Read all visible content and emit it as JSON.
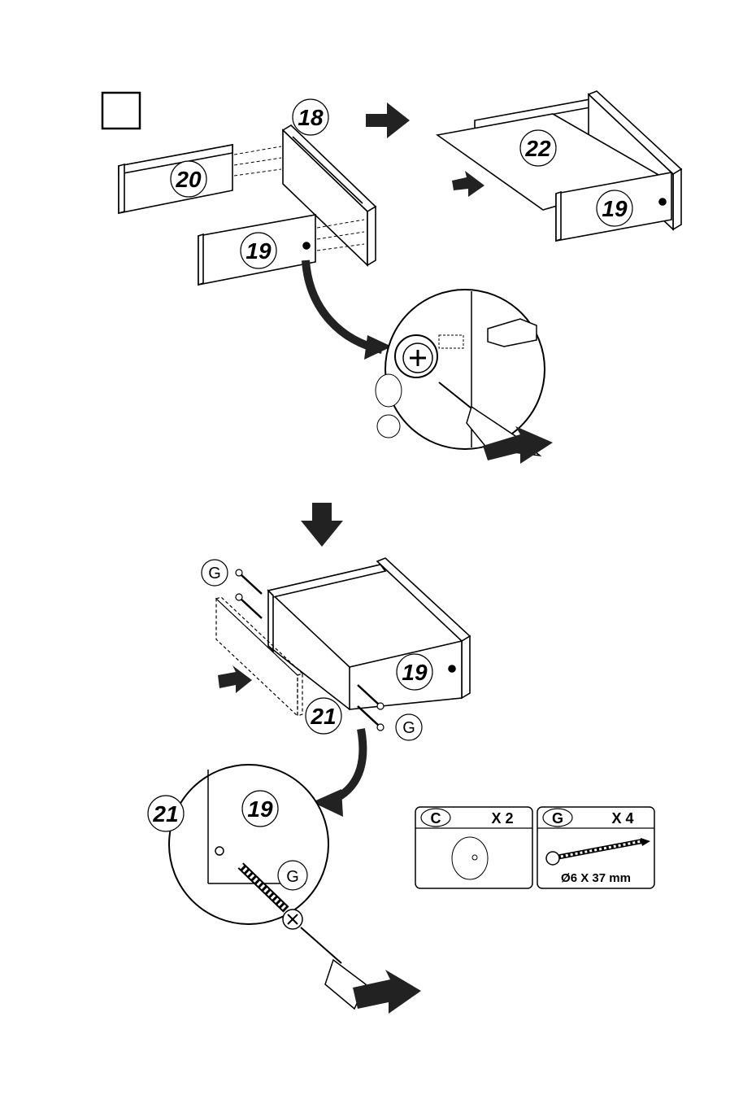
{
  "parts": {
    "p18": "18",
    "p19": "19",
    "p20": "20",
    "p21": "21",
    "p22": "22"
  },
  "hardware_refs": {
    "g": "G",
    "c": "C"
  },
  "hardware_box": {
    "c": {
      "letter": "C",
      "qty": "X 2"
    },
    "g": {
      "letter": "G",
      "qty": "X 4",
      "size": "Ø6 X 37 mm"
    }
  }
}
